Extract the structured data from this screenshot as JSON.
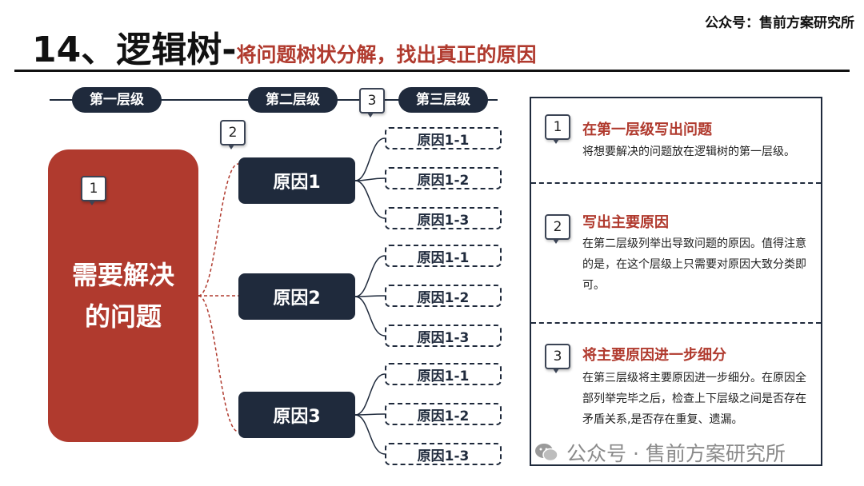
{
  "brand": "公众号：售前方案研究所",
  "title": {
    "main": "14、逻辑树-",
    "sub": "将问题树状分解，找出真正的原因"
  },
  "levels": [
    "第一层级",
    "第二层级",
    "第三层级"
  ],
  "problem": "需要解决的问题",
  "causes": [
    "原因1",
    "原因2",
    "原因3"
  ],
  "subcauses": [
    "原因1-1",
    "原因1-2",
    "原因1-3"
  ],
  "callouts": [
    "1",
    "2",
    "3"
  ],
  "steps": [
    {
      "num": "1",
      "title": "在第一层级写出问题",
      "text": "将想要解决的问题放在逻辑树的第一层级。"
    },
    {
      "num": "2",
      "title": "写出主要原因",
      "text": "在第二层级列举出导致问题的原因。值得注意的是，在这个层级上只需要对原因大致分类即可。"
    },
    {
      "num": "3",
      "title": "将主要原因进一步细分",
      "text": "在第三层级将主要原因进一步细分。在原因全部列举完毕之后，检查上下层级之间是否存在矛盾关系,是否存在重复、遗漏。"
    }
  ],
  "watermark": "公众号 · 售前方案研究所",
  "colors": {
    "accent_red": "#b03a2e",
    "navy": "#1f2a3c"
  }
}
